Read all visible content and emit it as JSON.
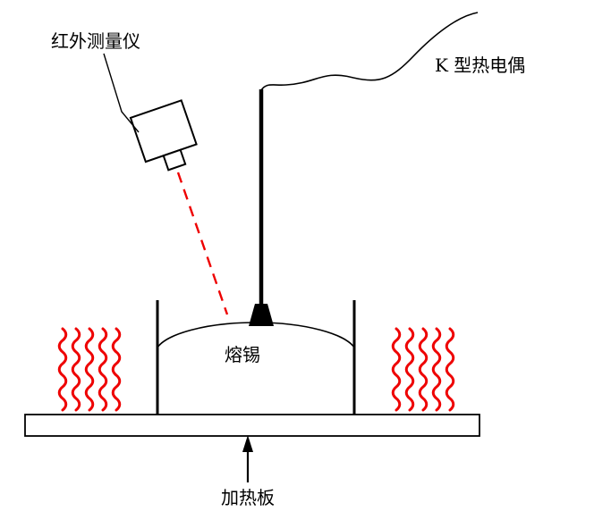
{
  "diagram": {
    "labels": {
      "infrared_meter": "红外测量仪",
      "thermocouple": "K 型热电偶",
      "molten_solder": "熔锡",
      "heating_plate": "加热板"
    },
    "colors": {
      "heat_wave": "#ee0000",
      "laser_beam": "#ee0000",
      "ink": "#000000",
      "background": "#ffffff"
    }
  }
}
